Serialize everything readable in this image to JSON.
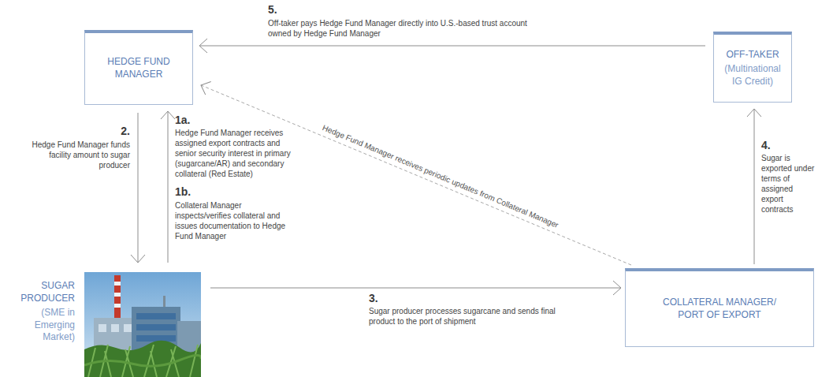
{
  "diagram": {
    "nodes": [
      {
        "text": [
          "HEDGE FUND MANAGER"
        ]
      },
      {
        "text": [
          "OFF-TAKER",
          "(Multinational IG Credit)"
        ]
      },
      {
        "text": [
          "SUGAR PRODUCER",
          "(SME in Emerging Market)"
        ]
      },
      {
        "text": [
          "COLLATERAL MANAGER/ PORT OF EXPORT"
        ]
      }
    ],
    "edges": [
      {
        "from": 1,
        "to": 0,
        "arrow": "to"
      },
      {
        "from": 3,
        "to": 0,
        "arrow": "to",
        "label": "Hedge Fund Manager receives periodic updates from Collateral Manager"
      },
      {
        "from": 0,
        "to": 2,
        "arrow": "to"
      },
      {
        "from": 2,
        "to": 0,
        "arrow": "to"
      },
      {
        "from": 2,
        "to": 3,
        "arrow": "to"
      },
      {
        "from": 3,
        "to": 1,
        "arrow": "to"
      }
    ],
    "labels": [
      "5.",
      "Off-taker pays Hedge Fund Manager directly into U.S.-based trust account owned by Hedge Fund Manager",
      "2.",
      "Hedge Fund Manager funds facility amount to sugar producer",
      "1a.",
      "Hedge Fund Manager receives assigned export contracts and senior security interest in primary (sugarcane/AR) and secondary collateral (Red Estate)",
      "1b.",
      "Collateral Manager inspects/verifies collateral and issues documentation to Hedge Fund Manager",
      "3.",
      "Sugar producer processes sugarcane and sends final product to the port of shipment",
      "4.",
      "Sugar is exported under terms of assigned export contracts"
    ]
  }
}
